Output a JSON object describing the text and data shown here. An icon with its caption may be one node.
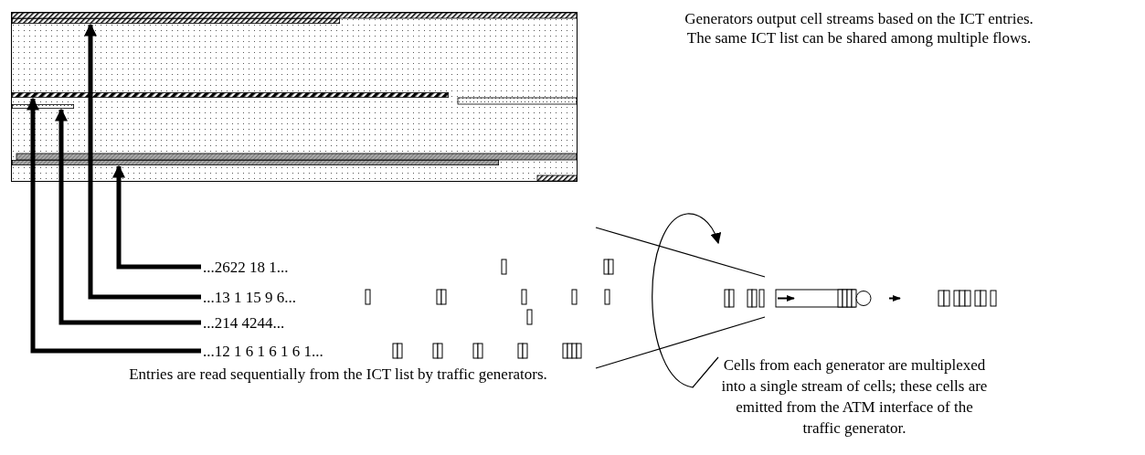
{
  "diagram": {
    "nodes": [
      {
        "text": [],
        "shape": "box"
      },
      {
        "text": [],
        "shape": "bar",
        "in": 0
      },
      {
        "text": [],
        "shape": "bar",
        "in": 0
      },
      {
        "text": [],
        "shape": "bar",
        "in": 0
      },
      {
        "text": [],
        "shape": "bar",
        "in": 0
      },
      {
        "text": [
          "...2622 18 1..."
        ]
      },
      {
        "text": [
          "...13 1 15 9 6..."
        ]
      },
      {
        "text": [
          "...214 4244..."
        ]
      },
      {
        "text": [
          "...12 1 6 1 6 1 6 1..."
        ]
      }
    ],
    "edges": [
      {
        "from": 5,
        "to": 4,
        "arrow": "to"
      },
      {
        "from": 6,
        "to": 1,
        "arrow": "to"
      },
      {
        "from": 7,
        "to": 3,
        "arrow": "to"
      },
      {
        "from": 8,
        "to": 2,
        "arrow": "to"
      }
    ],
    "labels": [
      "Generators output cell streams based on the ICT entries.",
      "The same ICT list can be shared among multiple flows.",
      "Entries are read sequentially from the ICT list by traffic generators.",
      "Cells from each generator are multiplexed into a single stream of cells;  these cells are emitted from the ATM interface of the traffic generator."
    ]
  }
}
